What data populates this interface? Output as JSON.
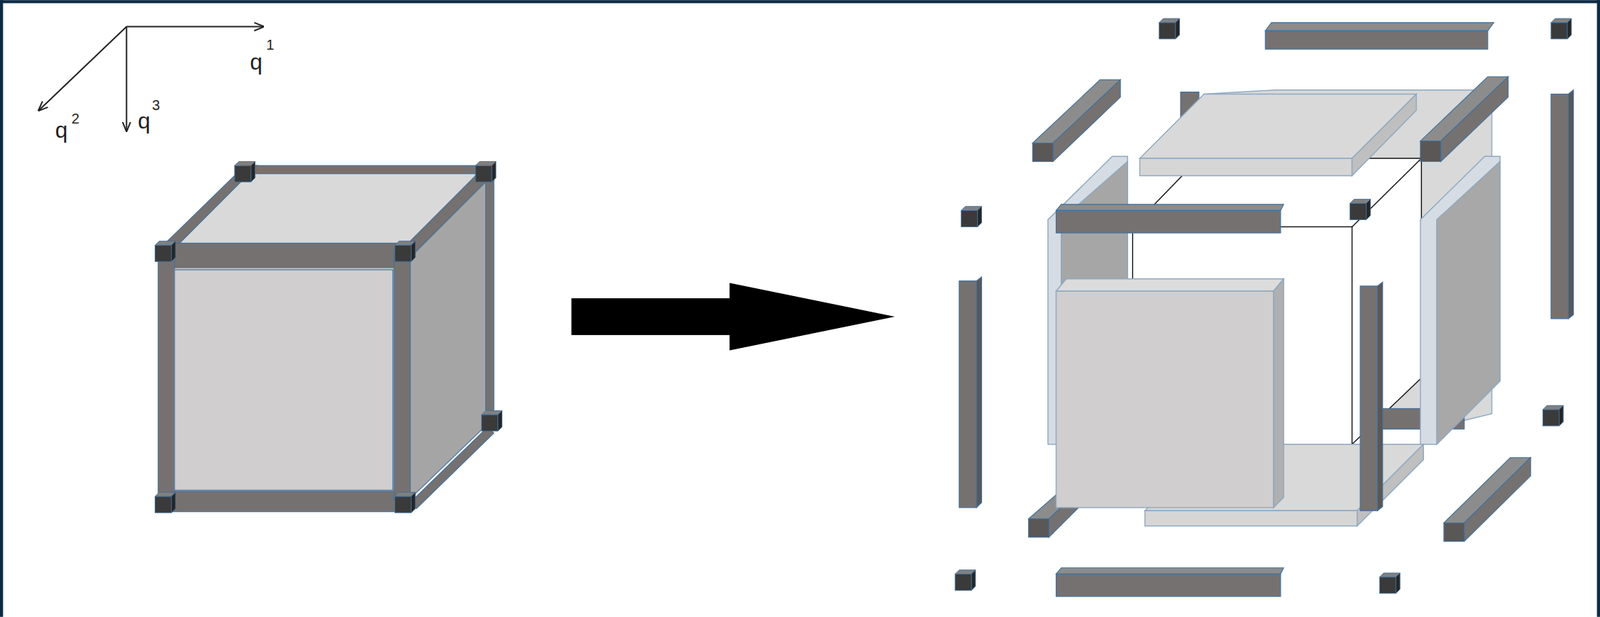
{
  "diagram": {
    "labels": [
      "q",
      "1",
      "q",
      "2",
      "q",
      "3"
    ]
  }
}
